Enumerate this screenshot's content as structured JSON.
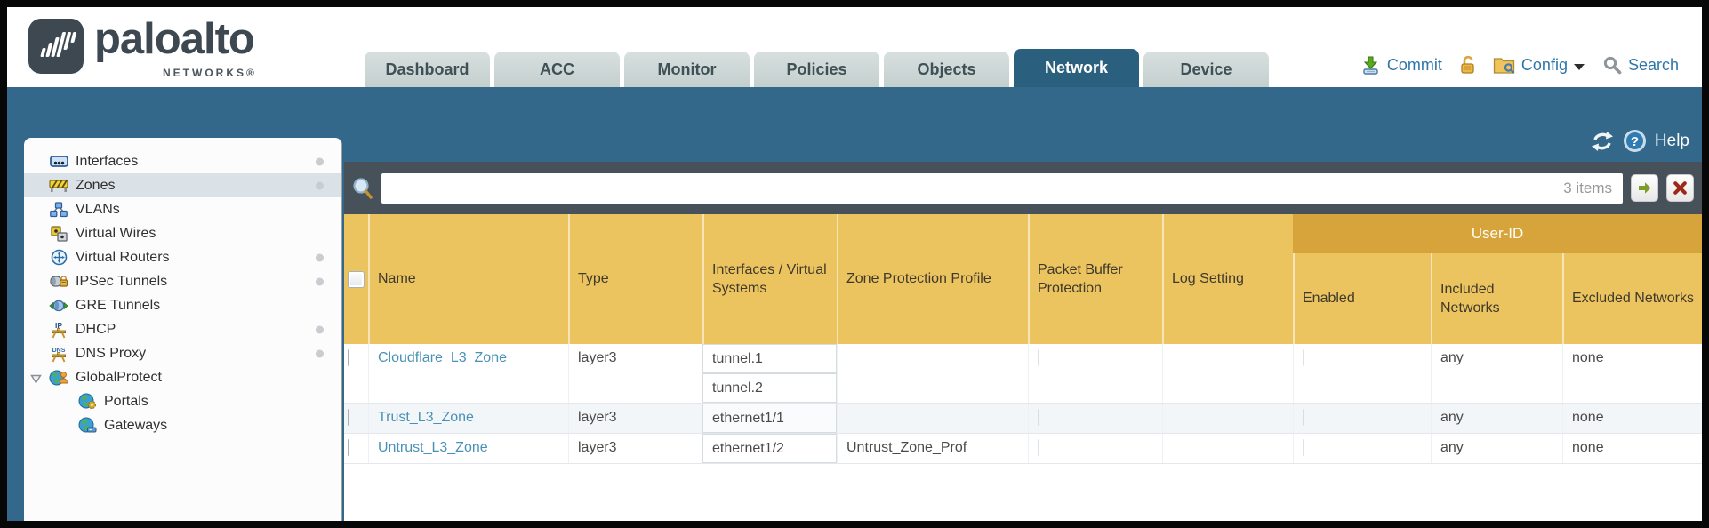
{
  "header": {
    "brand": "paloalto",
    "brand_sub": "NETWORKS®",
    "tabs": [
      {
        "label": "Dashboard",
        "active": false
      },
      {
        "label": "ACC",
        "active": false
      },
      {
        "label": "Monitor",
        "active": false
      },
      {
        "label": "Policies",
        "active": false
      },
      {
        "label": "Objects",
        "active": false
      },
      {
        "label": "Network",
        "active": true
      },
      {
        "label": "Device",
        "active": false
      }
    ],
    "actions": {
      "commit": "Commit",
      "config": "Config",
      "search": "Search"
    }
  },
  "context_bar": {
    "help": "Help"
  },
  "sidebar": {
    "items": [
      {
        "label": "Interfaces",
        "dot": true
      },
      {
        "label": "Zones",
        "dot": true,
        "selected": true
      },
      {
        "label": "VLANs"
      },
      {
        "label": "Virtual Wires"
      },
      {
        "label": "Virtual Routers",
        "dot": true
      },
      {
        "label": "IPSec Tunnels",
        "dot": true
      },
      {
        "label": "GRE Tunnels"
      },
      {
        "label": "DHCP",
        "dot": true
      },
      {
        "label": "DNS Proxy",
        "dot": true
      },
      {
        "label": "GlobalProtect",
        "expanded": true
      },
      {
        "label": "Portals",
        "child": true
      },
      {
        "label": "Gateways",
        "child": true
      }
    ]
  },
  "filter_bar": {
    "value": "",
    "count": "3 items"
  },
  "table": {
    "group_header": "User-ID",
    "columns": [
      "Name",
      "Type",
      "Interfaces / Virtual Systems",
      "Zone Protection Profile",
      "Packet Buffer Protection",
      "Log Setting",
      "Enabled",
      "Included Networks",
      "Excluded Networks"
    ],
    "rows": [
      {
        "name": "Cloudflare_L3_Zone",
        "type": "layer3",
        "interfaces": [
          "tunnel.1",
          "tunnel.2"
        ],
        "zone_protection_profile": "",
        "log_setting": "",
        "packet_buffer_checked": false,
        "enabled_checked": false,
        "included_networks": "any",
        "excluded_networks": "none"
      },
      {
        "name": "Trust_L3_Zone",
        "type": "layer3",
        "interfaces": [
          "ethernet1/1"
        ],
        "zone_protection_profile": "",
        "log_setting": "",
        "packet_buffer_checked": false,
        "enabled_checked": false,
        "included_networks": "any",
        "excluded_networks": "none"
      },
      {
        "name": "Untrust_L3_Zone",
        "type": "layer3",
        "interfaces": [
          "ethernet1/2"
        ],
        "zone_protection_profile": "Untrust_Zone_Prof",
        "log_setting": "",
        "packet_buffer_checked": false,
        "enabled_checked": false,
        "included_networks": "any",
        "excluded_networks": "none"
      }
    ]
  },
  "colors": {
    "teal_band": "#33688b",
    "header_amber": "#ecc45f",
    "group_band_amber": "#d7a43c",
    "toolbar_dark": "#47515a",
    "active_tab": "#2b5f7e",
    "link_blue": "#4a92b5",
    "commit_green": "#5aa81e",
    "close_red": "#9c2a1a"
  }
}
